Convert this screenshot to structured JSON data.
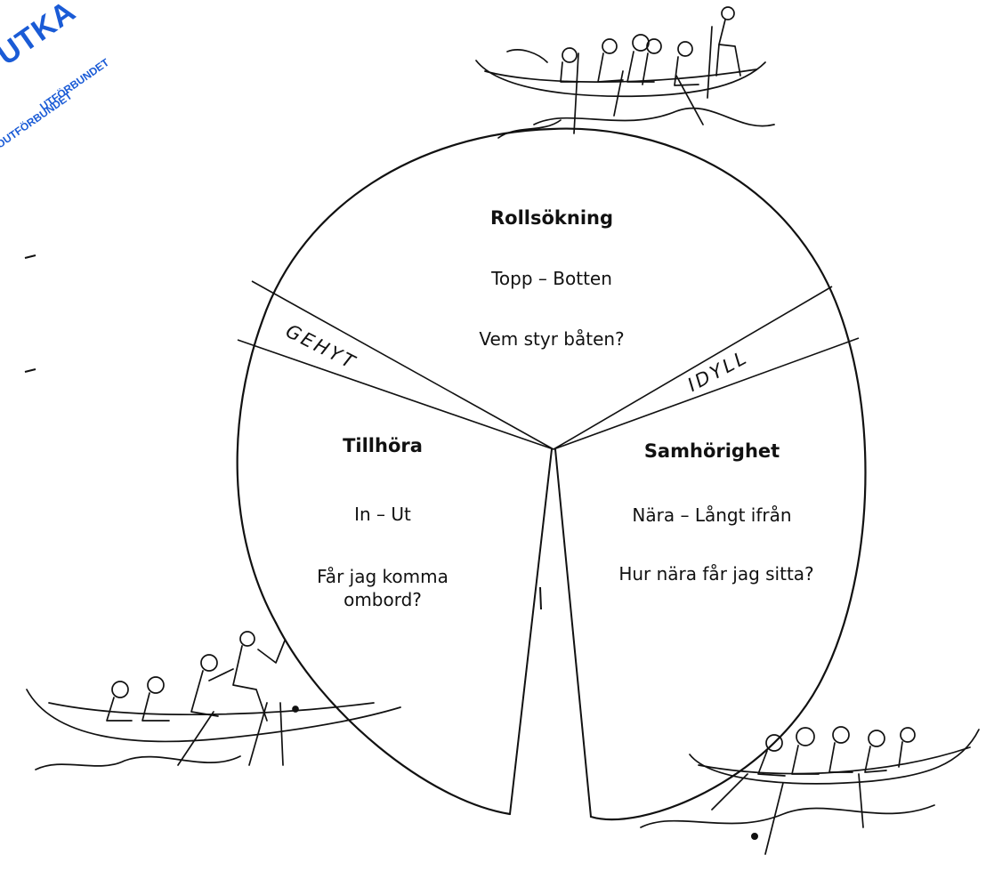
{
  "logo": {
    "big_text": "UTKA",
    "small_text": "UTFÖRBUNDET",
    "small_text2": "OUTFÖRBUNDET",
    "color": "#1a5bd6"
  },
  "sectors": {
    "top": {
      "title": "Rollsökning",
      "line1": "Topp – Botten",
      "line2": "Vem styr båten?"
    },
    "left": {
      "title": "Tillhöra",
      "line1": "In – Ut",
      "line2a": "Får jag komma",
      "line2b": "ombord?"
    },
    "right": {
      "title": "Samhörighet",
      "line1": "Nära – Långt ifrån",
      "line2": "Hur nära får jag sitta?"
    }
  },
  "handwritten": {
    "left": "GEHYT",
    "right": "IDYLL"
  },
  "illustrations": [
    "top-rowing-boat",
    "bottom-left-rowing-boat",
    "bottom-right-rowing-boat"
  ],
  "line_color": "#111111"
}
